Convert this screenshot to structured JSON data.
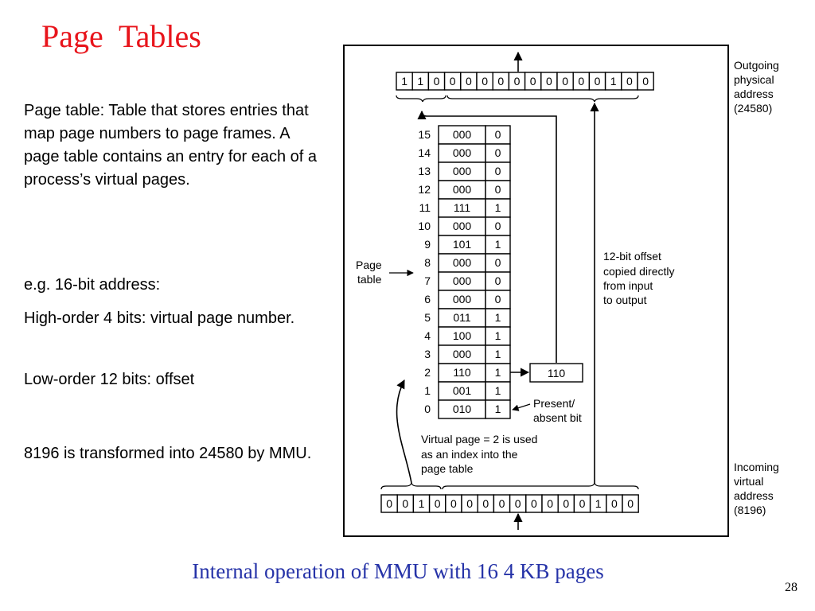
{
  "slide": {
    "title": "Page  Tables",
    "body": {
      "definition": "Page table: Table that stores entries that map page numbers to page frames. A page table contains an entry for each of a process’s virtual pages.",
      "example": "e.g. 16-bit address:",
      "high_order": "High-order 4 bits: virtual page number.",
      "low_order": "Low-order 12 bits: offset",
      "transform": "8196 is transformed into 24580 by MMU."
    },
    "caption": "Internal operation of MMU with 16 4 KB pages",
    "page_number": "28"
  },
  "figure": {
    "outgoing_bits": [
      "1",
      "1",
      "0",
      "0",
      "0",
      "0",
      "0",
      "0",
      "0",
      "0",
      "0",
      "0",
      "0",
      "1",
      "0",
      "0"
    ],
    "incoming_bits": [
      "0",
      "0",
      "1",
      "0",
      "0",
      "0",
      "0",
      "0",
      "0",
      "0",
      "0",
      "0",
      "0",
      "1",
      "0",
      "0"
    ],
    "page_table": [
      {
        "index": "15",
        "frame": "000",
        "present": "0"
      },
      {
        "index": "14",
        "frame": "000",
        "present": "0"
      },
      {
        "index": "13",
        "frame": "000",
        "present": "0"
      },
      {
        "index": "12",
        "frame": "000",
        "present": "0"
      },
      {
        "index": "11",
        "frame": "111",
        "present": "1"
      },
      {
        "index": "10",
        "frame": "000",
        "present": "0"
      },
      {
        "index": "9",
        "frame": "101",
        "present": "1"
      },
      {
        "index": "8",
        "frame": "000",
        "present": "0"
      },
      {
        "index": "7",
        "frame": "000",
        "present": "0"
      },
      {
        "index": "6",
        "frame": "000",
        "present": "0"
      },
      {
        "index": "5",
        "frame": "011",
        "present": "1"
      },
      {
        "index": "4",
        "frame": "100",
        "present": "1"
      },
      {
        "index": "3",
        "frame": "000",
        "present": "1"
      },
      {
        "index": "2",
        "frame": "110",
        "present": "1"
      },
      {
        "index": "1",
        "frame": "001",
        "present": "1"
      },
      {
        "index": "0",
        "frame": "010",
        "present": "1"
      }
    ],
    "frame_output": "110",
    "labels": {
      "outgoing": [
        "Outgoing",
        "physical",
        "address",
        "(24580)"
      ],
      "incoming": [
        "Incoming",
        "virtual",
        "address",
        "(8196)"
      ],
      "page_table": [
        "Page",
        "table"
      ],
      "offset_note": [
        "12-bit offset",
        "copied directly",
        "from input",
        "to output"
      ],
      "present_bit": [
        "Present/",
        "absent bit"
      ],
      "virtual_page_note": [
        "Virtual page = 2 is used",
        "as an index into the",
        "page table"
      ]
    }
  }
}
